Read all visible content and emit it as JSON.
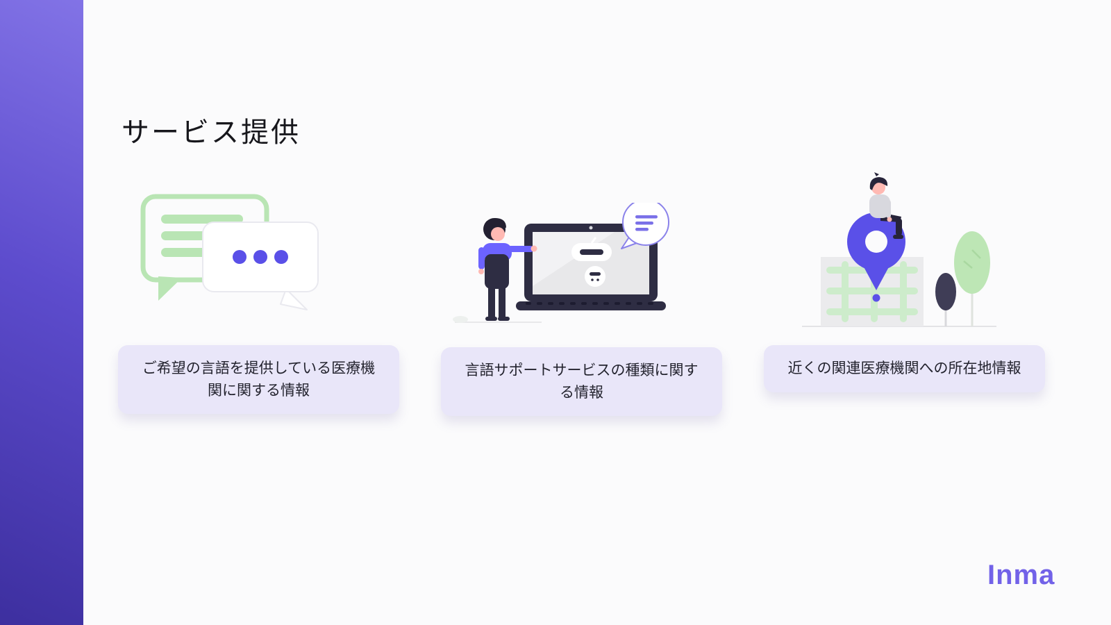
{
  "slide": {
    "title": "サービス提供",
    "cards": [
      {
        "text": "ご希望の言語を提供している医療機関に関する情報"
      },
      {
        "text": "言語サポートサービスの種類に関する情報"
      },
      {
        "text": "近くの関連医療機関への所在地情報"
      }
    ],
    "logo": "Inma",
    "illustrations": [
      {
        "name": "chat-bubbles-illustration"
      },
      {
        "name": "chatbot-laptop-illustration"
      },
      {
        "name": "map-location-pin-illustration"
      }
    ],
    "colors": {
      "accent_purple": "#5A50E8",
      "shirt_purple": "#6C63FF",
      "sidebar_top": "#8273E6",
      "sidebar_bottom": "#3D2F9F",
      "card_background": "#E9E6F9",
      "light_green": "#B9E5B4",
      "dark_navy": "#2E2D43",
      "logo_purple": "#7262E8"
    }
  }
}
